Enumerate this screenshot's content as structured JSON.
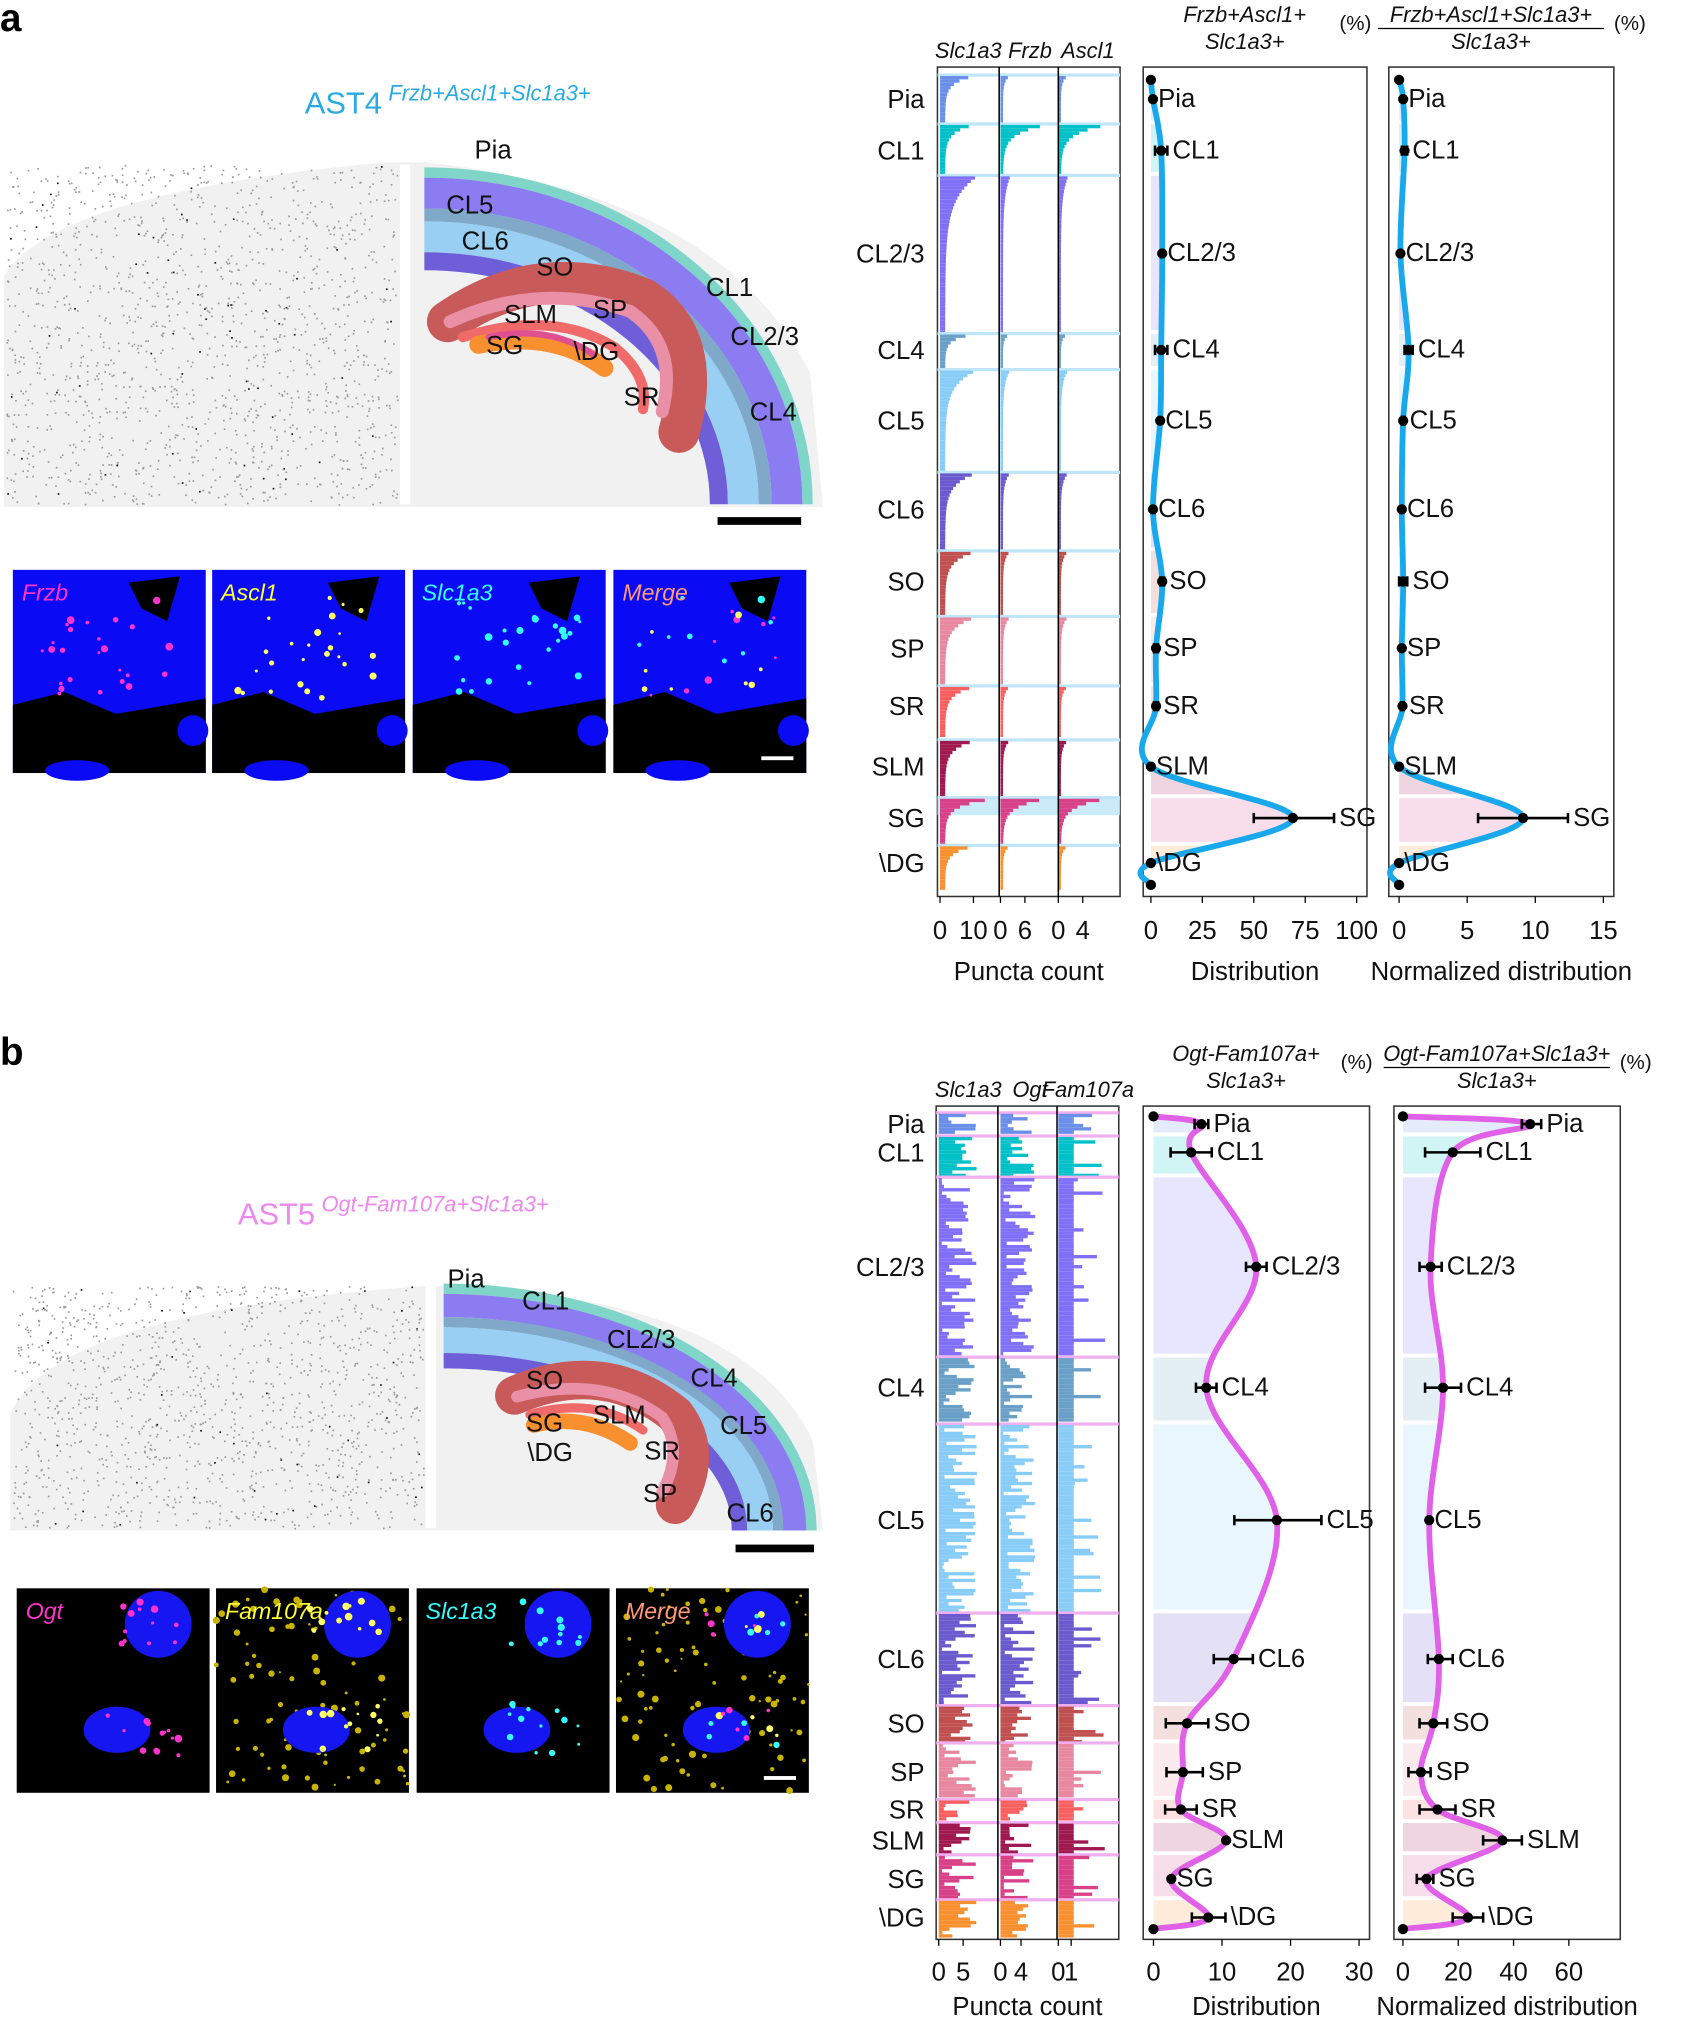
{
  "panels": [
    {
      "label": "a",
      "title": "AST4",
      "title_sup": "Frzb+Ascl1+Slc1a3+",
      "title_color": "#29abe2",
      "brain_labels": [
        "Pia",
        "CL5",
        "CL6",
        "SO",
        "CL1",
        "SLM",
        "SP",
        "CL2/3",
        "SG",
        "\\DG",
        "SR",
        "CL4"
      ],
      "micrographs": [
        {
          "text": "Frzb",
          "color": "#ff33cc"
        },
        {
          "text": "Ascl1",
          "color": "#ffff33"
        },
        {
          "text": "Slc1a3",
          "color": "#33ffff"
        },
        {
          "text": "Merge",
          "color": "#ff9977"
        }
      ]
    },
    {
      "label": "b",
      "title": "AST5",
      "title_sup": "Ogt-Fam107a+Slc1a3+",
      "title_color": "#ee88ee",
      "brain_labels": [
        "Pia",
        "CL1",
        "CL2/3",
        "SO",
        "CL4",
        "SG",
        "SLM",
        "CL5",
        "\\DG",
        "SR",
        "SP",
        "CL6"
      ],
      "micrographs": [
        {
          "text": "Ogt",
          "color": "#ff33cc"
        },
        {
          "text": "Fam107a",
          "color": "#ffff33"
        },
        {
          "text": "Slc1a3",
          "color": "#33ffff"
        },
        {
          "text": "Merge",
          "color": "#ff9977"
        }
      ]
    }
  ],
  "layers": [
    "Pia",
    "CL1",
    "CL2/3",
    "CL4",
    "CL5",
    "CL6",
    "SO",
    "SP",
    "SR",
    "SLM",
    "SG",
    "\\DG"
  ],
  "layer_colors": [
    "#6a8fe8",
    "#00c0c8",
    "#8070f8",
    "#6aa0c8",
    "#88ccf8",
    "#6a5acd",
    "#c05050",
    "#e888a0",
    "#f86060",
    "#a01850",
    "#d84088",
    "#f89030"
  ],
  "chart_data": [
    {
      "type": "bar",
      "panel": "a",
      "columns": [
        "Slc1a3",
        "Frzb",
        "Ascl1"
      ],
      "xticks": [
        [
          "0",
          "10"
        ],
        [
          "0",
          "6"
        ],
        [
          "0",
          "4"
        ]
      ],
      "xlabel": "Puncta count",
      "highlight_color": "#bfe6f8"
    },
    {
      "type": "line",
      "panel": "a",
      "title_num": "Frzb+Ascl1+",
      "title_den": "Slc1a3+",
      "unit": "(%)",
      "xlabel": "Distribution",
      "xlim": [
        0,
        100
      ],
      "xticks": [
        "0",
        "25",
        "50",
        "75",
        "100"
      ],
      "line_color": "#19a8ec",
      "start": 0,
      "end": 0,
      "values": [
        1,
        5,
        5.5,
        5,
        4.5,
        1,
        5.5,
        2.5,
        2.5,
        0,
        69,
        0
      ],
      "err": [
        [
          1,
          1
        ],
        [
          2,
          8
        ],
        [
          5.5,
          5.5
        ],
        [
          2,
          8
        ],
        [
          4.5,
          4.5
        ],
        [
          1,
          1
        ],
        [
          4.5,
          6.5
        ],
        [
          1.5,
          3.5
        ],
        [
          1.5,
          3.5
        ],
        [
          0,
          0
        ],
        [
          50,
          89
        ],
        [
          0,
          0
        ]
      ]
    },
    {
      "type": "line",
      "panel": "a",
      "title_num": "Frzb+Ascl1+Slc1a3+",
      "title_den": "Slc1a3+",
      "fraction_bar": true,
      "unit": "(%)",
      "xlabel": "Normalized distribution",
      "xlim": [
        0,
        15
      ],
      "xticks": [
        "0",
        "5",
        "10",
        "15"
      ],
      "line_color": "#19a8ec",
      "start": 0,
      "end": 0,
      "values": [
        0.3,
        0.4,
        0.1,
        0.7,
        0.3,
        0.2,
        0.3,
        0.2,
        0.25,
        0,
        9.1,
        0
      ],
      "err": [
        [
          0.3,
          0.3
        ],
        [
          0.2,
          0.6
        ],
        [
          0.1,
          0.1
        ],
        [
          0.4,
          1.0
        ],
        [
          0.2,
          0.4
        ],
        [
          0.2,
          0.2
        ],
        [
          0.0,
          0.6
        ],
        [
          0.2,
          0.2
        ],
        [
          0.15,
          0.35
        ],
        [
          0,
          0
        ],
        [
          5.8,
          12.4
        ],
        [
          0,
          0
        ]
      ]
    },
    {
      "type": "bar",
      "panel": "b",
      "columns": [
        "Slc1a3",
        "Ogt",
        "Fam107a"
      ],
      "xticks": [
        [
          "0",
          "5"
        ],
        [
          "0",
          "4"
        ],
        [
          "0",
          "1"
        ]
      ],
      "xlabel": "Puncta count",
      "highlight_color": "#f0b0f0"
    },
    {
      "type": "line",
      "panel": "b",
      "title_num": "Ogt-Fam107a+",
      "title_den": "Slc1a3+",
      "unit": "(%)",
      "xlabel": "Distribution",
      "xlim": [
        0,
        30
      ],
      "xticks": [
        "0",
        "10",
        "20",
        "30"
      ],
      "line_color": "#e060e8",
      "start": 0,
      "end": 0,
      "values": [
        7,
        5.5,
        15,
        7.7,
        18,
        11.7,
        4.9,
        4.3,
        4,
        10.6,
        2.6,
        8
      ],
      "err": [
        [
          6,
          8
        ],
        [
          2.5,
          8.5
        ],
        [
          13.5,
          16.5
        ],
        [
          6.2,
          9.2
        ],
        [
          11.8,
          24.5
        ],
        [
          8.8,
          14.5
        ],
        [
          1.8,
          8
        ],
        [
          1.9,
          7.2
        ],
        [
          1.7,
          6.3
        ],
        [
          10.6,
          10.6
        ],
        [
          2.6,
          2.6
        ],
        [
          5.6,
          10.5
        ]
      ]
    },
    {
      "type": "line",
      "panel": "b",
      "title_num": "Ogt-Fam107a+Slc1a3+",
      "title_den": "Slc1a3+",
      "fraction_bar": true,
      "unit": "(%)",
      "xlabel": "Normalized distribution",
      "xlim": [
        0,
        60
      ],
      "xticks": [
        "0",
        "20",
        "40",
        "60"
      ],
      "line_color": "#e060e8",
      "start": 0,
      "end": 0,
      "values": [
        46,
        18,
        10,
        14.5,
        9.5,
        13,
        11,
        6.5,
        12.5,
        36,
        8.5,
        23.5
      ],
      "err": [
        [
          43,
          50
        ],
        [
          8,
          28
        ],
        [
          6,
          14
        ],
        [
          8,
          21
        ],
        [
          9.5,
          9.5
        ],
        [
          9,
          18
        ],
        [
          6,
          16
        ],
        [
          2,
          10
        ],
        [
          6,
          19
        ],
        [
          29,
          43
        ],
        [
          5,
          11
        ],
        [
          18,
          29
        ]
      ]
    }
  ]
}
